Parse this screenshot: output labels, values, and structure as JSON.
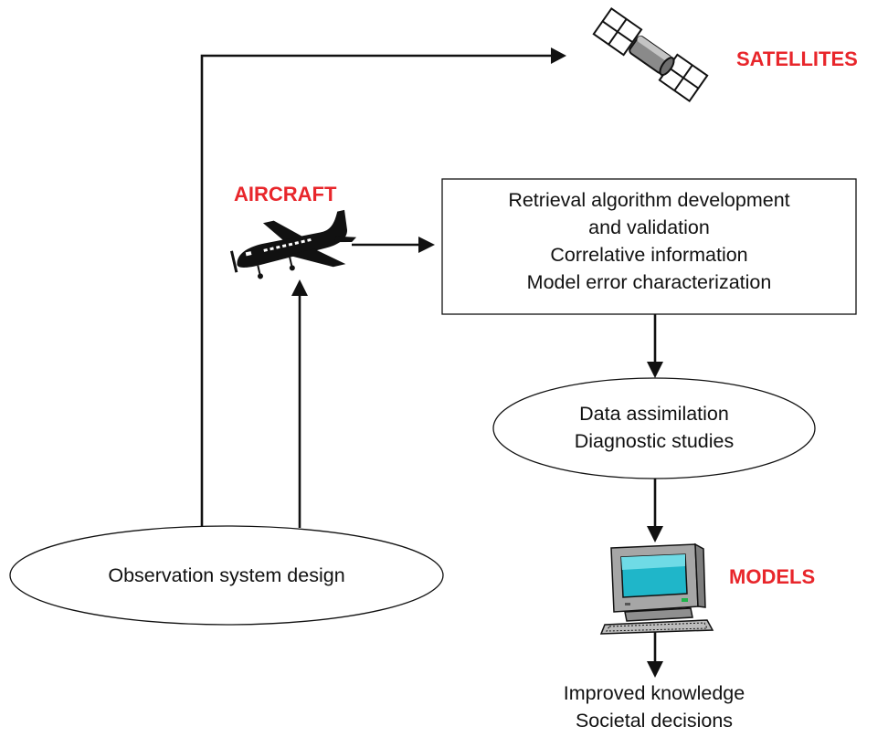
{
  "labels": {
    "satellites": "SATELLITES",
    "aircraft": "AIRCRAFT",
    "models": "MODELS"
  },
  "box": {
    "lines": [
      "Retrieval algorithm development",
      "and validation",
      "Correlative information",
      "Model error characterization"
    ]
  },
  "assimilation": {
    "lines": [
      "Data assimilation",
      "Diagnostic studies"
    ]
  },
  "observation": {
    "text": "Observation system design"
  },
  "outcomes": {
    "lines": [
      "Improved knowledge",
      "Societal decisions"
    ]
  },
  "colors": {
    "label_red": "#e8262b",
    "line": "#111111",
    "screen_cyan": "#1fb6c9",
    "monitor_gray": "#a6a6a6"
  },
  "icons": {
    "satellite": "satellite-icon",
    "aircraft": "airplane-icon",
    "models": "computer-icon"
  }
}
